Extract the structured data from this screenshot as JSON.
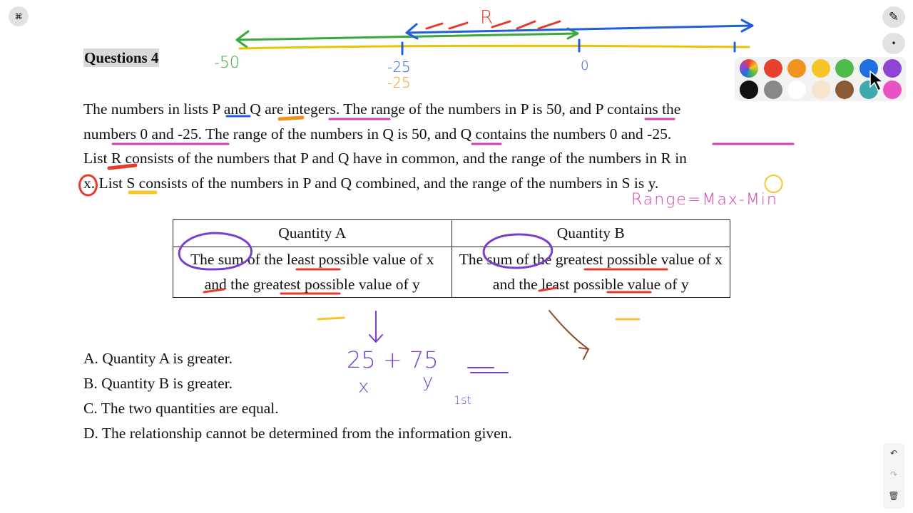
{
  "toolbar": {
    "menu_icon_glyph": "⌘",
    "pen_icon_glyph": "✎",
    "dot_icon_glyph": "•",
    "undo_glyph": "↶",
    "redo_glyph": "↷",
    "delete_glyph": "🗑"
  },
  "palette": {
    "colors": [
      "rainbow",
      "#e8402f",
      "#f0921f",
      "#f7c52a",
      "#4cbb47",
      "#1f6fe0",
      "#8e44d4",
      "#111111",
      "#888888",
      "#ffffff",
      "#f6e4cc",
      "#8b5a35",
      "#3fa9ad",
      "#ea52c3"
    ]
  },
  "question": {
    "title": "Questions 4",
    "lines": [
      "The numbers in lists P and Q are integers. The range of the numbers in P is 50, and P contains the",
      "numbers 0 and -25. The range of the numbers in Q is 50, and Q contains the numbers 0 and -25.",
      "List R consists of the numbers that P and Q have in common, and the range of the numbers in R in",
      "x. List S consists of the numbers in P and Q combined, and the range of the numbers in S is y."
    ]
  },
  "table": {
    "headers": [
      "Quantity A",
      "Quantity B"
    ],
    "cells": [
      "The sum of the least possible value of x and the greatest possible value of y",
      "The sum of the greatest possible value of x and the least possible value of y"
    ]
  },
  "choices": [
    "A. Quantity A is greater.",
    "B. Quantity B is greater.",
    "C. The two quantities are equal.",
    "D. The relationship cannot be determined from the information given."
  ],
  "annotations": {
    "minus50": "-50",
    "minus25_blue": "-25",
    "minus25_orange": "-25",
    "zero": "0",
    "R_label": "R",
    "range_formula": "Range=Max-Min",
    "sum": "25 + 75",
    "x_label": "x",
    "y_label": "y",
    "first": "1st"
  }
}
